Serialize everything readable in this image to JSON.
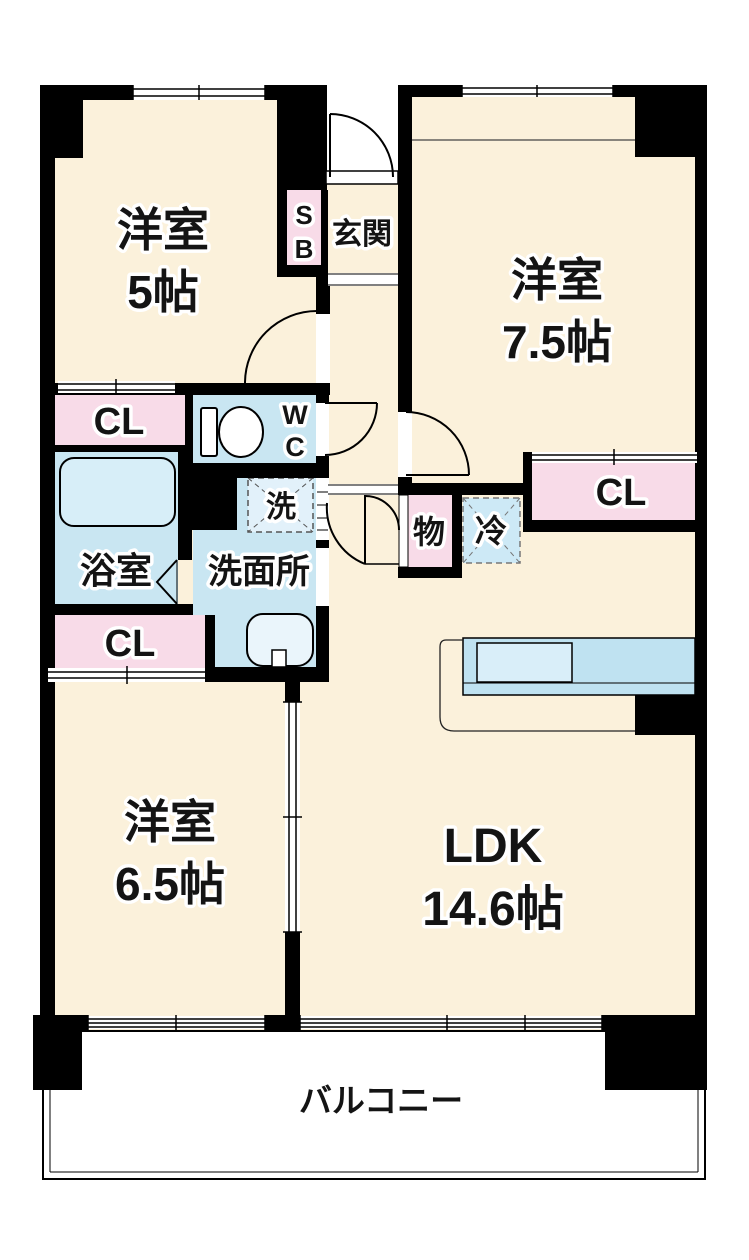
{
  "floorplan": {
    "type": "apartment-floor-plan",
    "rooms": {
      "bedroom_5": {
        "name": "洋室",
        "size": "5帖"
      },
      "bedroom_7_5": {
        "name": "洋室",
        "size": "7.5帖"
      },
      "bedroom_6_5": {
        "name": "洋室",
        "size": "6.5帖"
      },
      "ldk": {
        "name": "LDK",
        "size": "14.6帖"
      },
      "entrance": {
        "label": "玄関"
      },
      "shoe_box": {
        "line1": "S",
        "line2": "B"
      },
      "toilet": {
        "line1": "W",
        "line2": "C"
      },
      "bathroom": {
        "label": "浴室"
      },
      "washroom": {
        "label": "洗面所"
      },
      "washer_space": {
        "label": "洗"
      },
      "storage": {
        "label": "物"
      },
      "refrigerator_space": {
        "label": "冷"
      },
      "closet_top": {
        "label": "CL"
      },
      "closet_bottom": {
        "label": "CL"
      },
      "closet_right": {
        "label": "CL"
      },
      "balcony": {
        "label": "バルコニー"
      }
    },
    "colors": {
      "floor": "#FBF1DB",
      "wet_area": "#C9E6F2",
      "closet": "#F8DBE8",
      "bathtub": "#D7EEF8",
      "counter": "#BFE2F1",
      "fridge_fill": "#CDE9F6",
      "wall": "#000000",
      "balcony_fill": "#FFFFFF"
    }
  }
}
